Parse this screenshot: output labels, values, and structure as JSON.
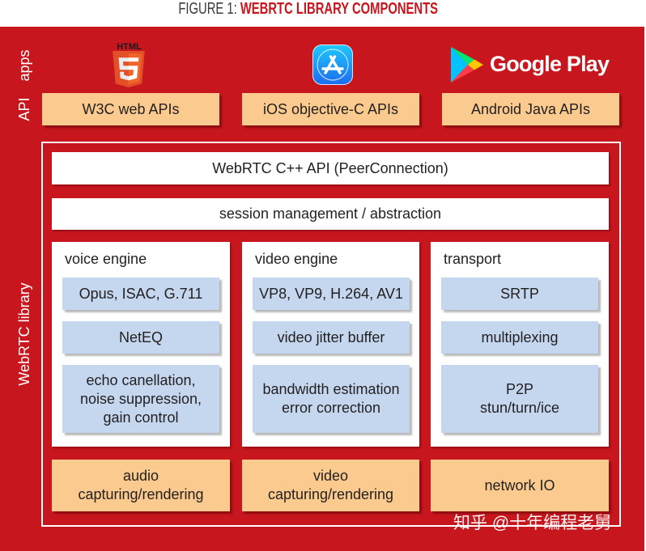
{
  "figure": {
    "label": "FIGURE 1:",
    "title": "WEBRTC LIBRARY COMPONENTS"
  },
  "side_labels": {
    "apps": "apps",
    "api": "API",
    "library": "WebRTC library"
  },
  "apps": {
    "web": {
      "icon": "html5-logo-icon",
      "logo_text": "HTML",
      "logo_numeral": "5"
    },
    "ios": {
      "icon": "app-store-icon"
    },
    "android": {
      "icon": "google-play-icon",
      "logo_text": "Google Play"
    }
  },
  "api": [
    {
      "label": "W3C web APIs"
    },
    {
      "label": "iOS objective-C APIs"
    },
    {
      "label": "Android Java APIs"
    }
  ],
  "library": {
    "cpp_api": "WebRTC C++ API (PeerConnection)",
    "session": "session management / abstraction",
    "engines": [
      {
        "title": "voice engine",
        "items": [
          "Opus, ISAC, G.711",
          "NetEQ",
          "echo canellation,\nnoise suppression,\ngain control"
        ]
      },
      {
        "title": "video engine",
        "items": [
          "VP8, VP9, H.264, AV1",
          "video jitter buffer",
          "bandwidth estimation\nerror correction"
        ]
      },
      {
        "title": "transport",
        "items": [
          "SRTP",
          "multiplexing",
          "P2P\nstun/turn/ice"
        ]
      }
    ],
    "io": [
      "audio\ncapturing/rendering",
      "video\ncapturing/rendering",
      "network IO"
    ]
  },
  "watermark": {
    "text": "知乎 @十年编程老舅"
  },
  "colors": {
    "panel_red": "#c8161e",
    "title_red": "#c8161e",
    "api_orange": "#fbca8e",
    "component_blue": "#c4d7ef",
    "box_white": "#ffffff",
    "html5_orange": "#e34f26",
    "app_store_blue": "#1b8ef4"
  }
}
